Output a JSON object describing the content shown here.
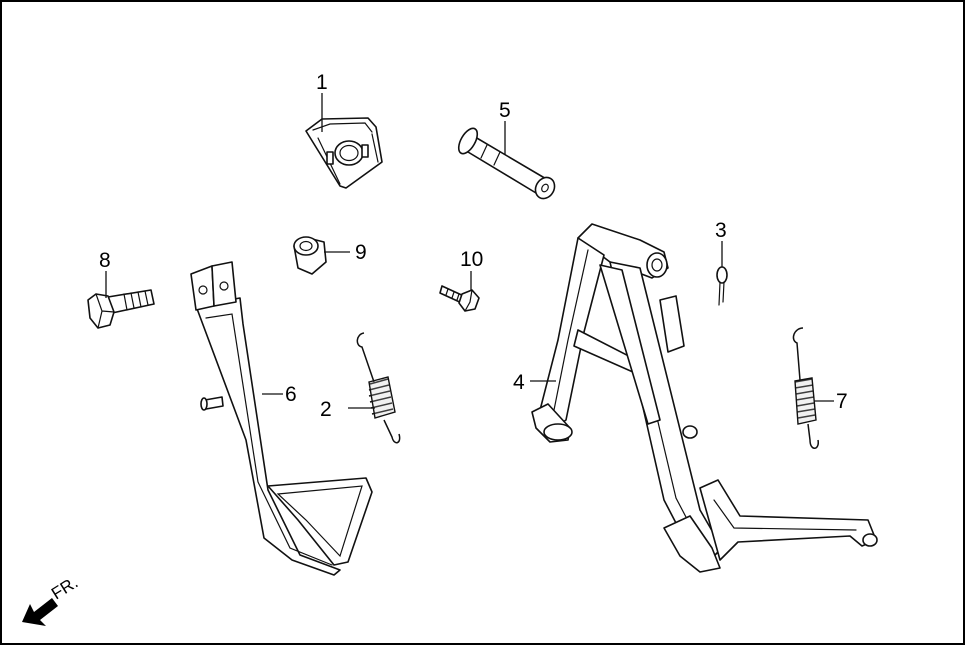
{
  "diagram": {
    "callouts": {
      "c1": "1",
      "c2": "2",
      "c3": "3",
      "c4": "4",
      "c5": "5",
      "c6": "6",
      "c7": "7",
      "c8": "8",
      "c9": "9",
      "c10": "10"
    },
    "direction_label": "FR."
  },
  "colors": {
    "line": "#111111",
    "background": "#ffffff",
    "arrow": "#000000"
  }
}
